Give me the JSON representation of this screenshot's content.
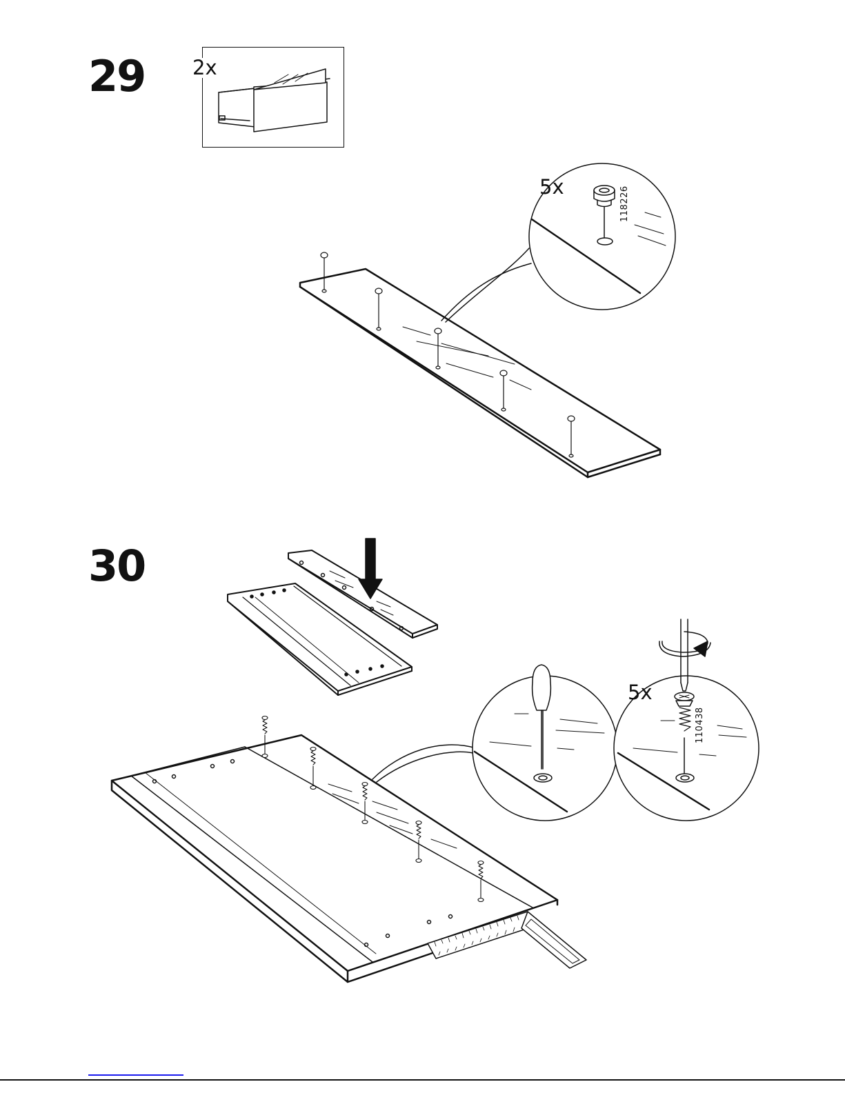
{
  "steps": [
    {
      "number": "29",
      "drawer_quantity": "2x",
      "detail": {
        "quantity": "5x",
        "part_number": "118226"
      }
    },
    {
      "number": "30",
      "details": [
        {
          "tool": "awl",
          "quantity": "",
          "part_number": ""
        },
        {
          "tool": "screwdriver",
          "quantity": "5x",
          "part_number": "110438"
        }
      ]
    }
  ],
  "icons": {
    "drawer": "drawer-icon",
    "dowel": "dowel-plug-icon",
    "screw": "screw-icon",
    "awl": "awl-icon",
    "screwdriver": "screwdriver-icon",
    "rotate": "rotate-arrow-icon",
    "down_arrow": "down-arrow-icon",
    "square_ruler": "try-square-icon"
  },
  "colors": {
    "line": "#111111",
    "footer_link": "#1a1aee"
  }
}
